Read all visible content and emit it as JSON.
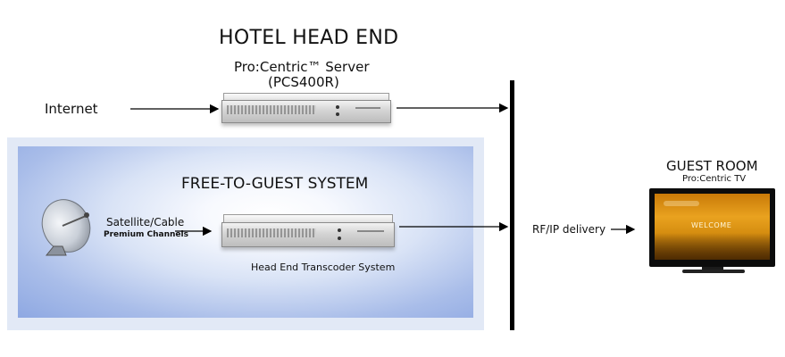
{
  "title": "HOTEL HEAD END",
  "server": {
    "name": "Pro:Centric™ Server",
    "model": "(PCS400R)"
  },
  "internet_label": "Internet",
  "free_to_guest": {
    "title": "FREE-TO-GUEST SYSTEM",
    "source_label": "Satellite/Cable",
    "source_sublabel": "Premium Channels",
    "transcoder_label": "Head End Transcoder System"
  },
  "delivery_label": "RF/IP delivery",
  "guest_room": {
    "title": "GUEST ROOM",
    "tv_label": "Pro:Centric TV",
    "screen_text": "WELCOME"
  },
  "colors": {
    "panel_blue": "#8ea8e2",
    "bus_black": "#000000",
    "tv_screen_amber": "#e9a21f"
  },
  "icons": [
    "satellite-dish-icon",
    "server-rack-icon",
    "tv-icon"
  ]
}
